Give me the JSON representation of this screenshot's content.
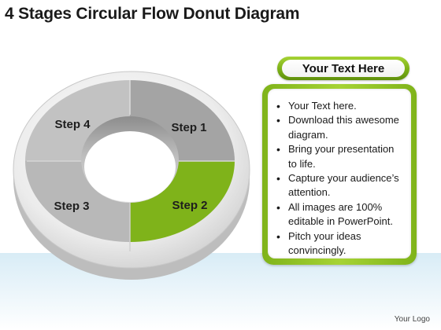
{
  "title": "4 Stages Circular Flow Donut Diagram",
  "diagram": {
    "steps": [
      {
        "label": "Step 1",
        "color": "#a4a4a4"
      },
      {
        "label": "Step 2",
        "color": "#7fb31a"
      },
      {
        "label": "Step 3",
        "color": "#b8b8b8"
      },
      {
        "label": "Step 4",
        "color": "#c2c2c2"
      }
    ],
    "highlight_color": "#7fb31a"
  },
  "text_box": {
    "header": "Your Text Here",
    "bullets": [
      "Your Text here.",
      "Download this awesome diagram.",
      "Bring your presentation to life.",
      "Capture your audience’s attention.",
      "All images are 100% editable in PowerPoint.",
      "Pitch your ideas convincingly."
    ]
  },
  "footer": "Your Logo"
}
